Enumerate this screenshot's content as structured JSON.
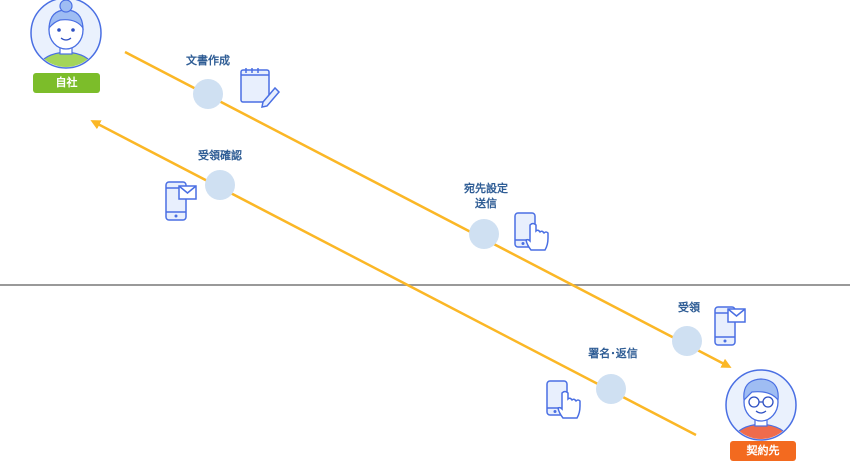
{
  "parties": {
    "self": {
      "label": "自社",
      "badge_color": "#7cbd2a",
      "shirt_color": "#a4d55a"
    },
    "counterparty": {
      "label": "契約先",
      "badge_color": "#f36a1f",
      "shirt_color": "#ef6b4c"
    }
  },
  "steps": [
    {
      "id": "create",
      "label": "文書作成",
      "icon": "notepad-pencil-icon"
    },
    {
      "id": "send",
      "label": "宛先設定\n送信",
      "icon": "phone-tap-icon"
    },
    {
      "id": "receive",
      "label": "受領",
      "icon": "phone-mail-icon"
    },
    {
      "id": "sign-return",
      "label": "署名･返信",
      "icon": "phone-tap-icon"
    },
    {
      "id": "confirm",
      "label": "受領確認",
      "icon": "phone-mail-icon"
    }
  ],
  "colors": {
    "flow_line": "#fbb726",
    "step_dot": "#cfe0f2",
    "icon_stroke": "#4a6fe3",
    "icon_fill": "#e8effd",
    "divider": "#999999",
    "label_text": "#2f5d95"
  }
}
